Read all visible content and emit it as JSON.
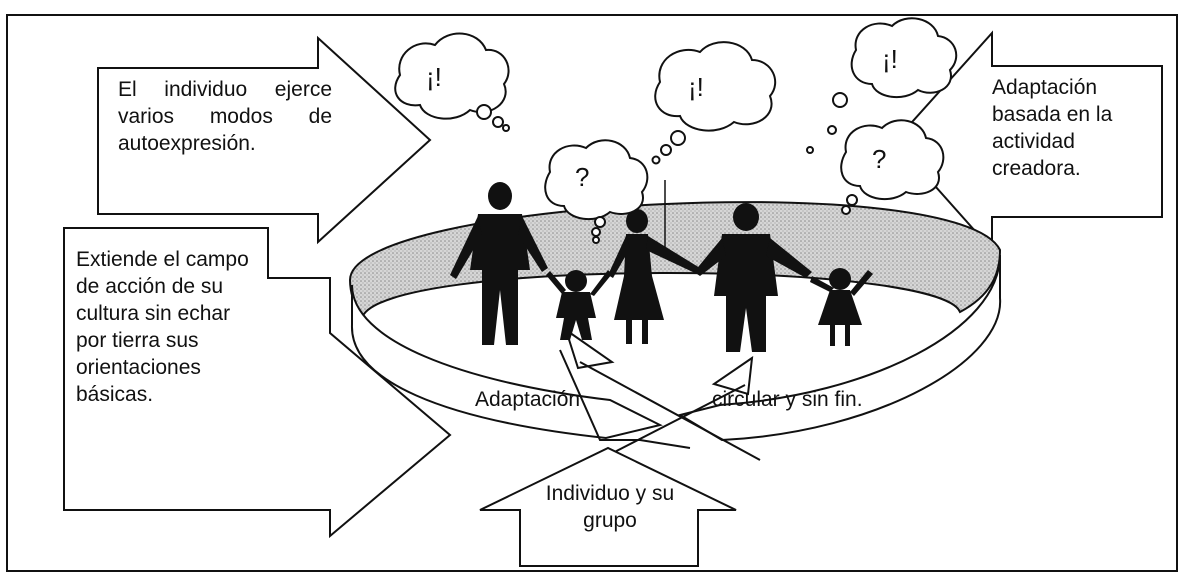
{
  "left_top_arrow_text": "El individuo ejerce varios modos de autoexpresión.",
  "left_bottom_arrow_text": "Extiende el campo de acción de su cultura sin echar por tierra sus orientaciones básicas.",
  "right_arrow_text": "Adaptación basada en la actividad creadora.",
  "bottom_arrow_text": "Individuo y su grupo",
  "ring_label_left": "Adaptación",
  "ring_label_right": "circular y sin fin.",
  "thought_exclaim": "¡!",
  "thought_question": "?",
  "colors": {
    "ink": "#111111",
    "ring_shade": "#c8c8c8",
    "paper": "#ffffff"
  }
}
